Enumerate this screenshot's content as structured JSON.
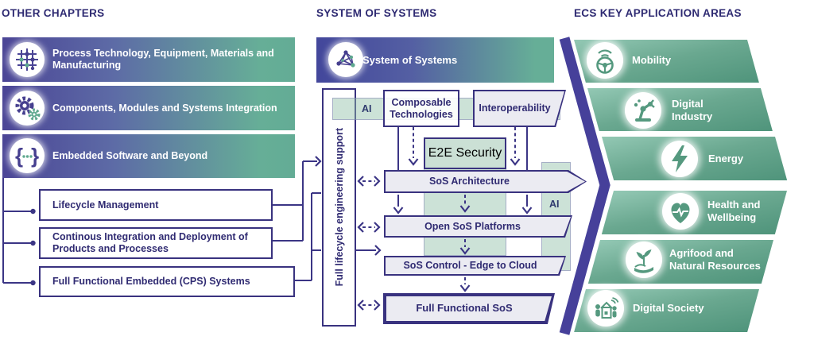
{
  "headers": {
    "other_chapters": "OTHER CHAPTERS",
    "system_of_systems": "SYSTEM OF SYSTEMS",
    "application_areas": "ECS KEY APPLICATION AREAS"
  },
  "other_chapters": {
    "bars": [
      {
        "icon": "wafer-grid-icon",
        "label": "Process Technology, Equipment, Materials and Manufacturing"
      },
      {
        "icon": "gears-icon",
        "label": "Components, Modules and Systems Integration"
      },
      {
        "icon": "code-braces-icon",
        "label": "Embedded Software and Beyond"
      }
    ],
    "boxes": [
      {
        "label": "Lifecycle Management"
      },
      {
        "label": "Continous Integration and Deployment of Products and Processes"
      },
      {
        "label": "Full Functional Embedded (CPS) Systems"
      }
    ]
  },
  "system_of_systems": {
    "banner": {
      "icon": "network-graph-icon",
      "label": "System of Systems"
    },
    "support_bar": "Full lifecycle engineering support",
    "ai_horizontal": "AI",
    "ai_vertical": "AI",
    "composable": "Composable Technologies",
    "interoperability": "Interoperability",
    "e2e_security": "E2E Security",
    "architecture": "SoS Architecture",
    "platforms": "Open SoS Platforms",
    "control": "SoS Control - Edge to Cloud",
    "full_functional": "Full Functional SoS"
  },
  "application_areas": {
    "items": [
      {
        "icon": "steering-wheel-icon",
        "label": "Mobility"
      },
      {
        "icon": "robot-arm-icon",
        "label": "Digital Industry"
      },
      {
        "icon": "lightning-icon",
        "label": "Energy"
      },
      {
        "icon": "heart-pulse-icon",
        "label": "Health and Wellbeing"
      },
      {
        "icon": "plant-hand-icon",
        "label": "Agrifood and Natural Resources"
      },
      {
        "icon": "digital-society-icon",
        "label": "Digital Society"
      }
    ]
  },
  "colors": {
    "accent_purple": "#3b3585",
    "text_indigo": "#302b72",
    "gradient_purple": "#4b4596",
    "gradient_teal": "#66ae97",
    "band_green": "#cde2d8",
    "chevron_purple": "#46409a",
    "area_green_top": "#93c8b4",
    "area_green_bottom": "#4f947b"
  }
}
